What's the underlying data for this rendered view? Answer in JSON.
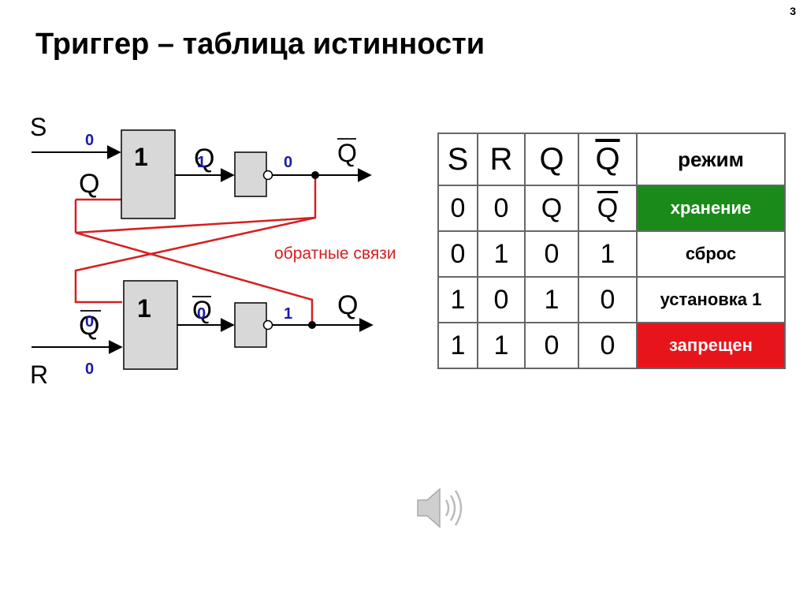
{
  "slide_number": "3",
  "title": "Триггер – таблица истинности",
  "diagram": {
    "input_s": "S",
    "input_r": "R",
    "gate1_label": "1",
    "gate2_label": "1",
    "top_q_in": "Q",
    "top_q_out": "Q",
    "top_qbar_out": "Q",
    "bottom_qbar_in": "Q",
    "bottom_qbar_out": "Q",
    "bottom_q_out": "Q",
    "feedback_label": "обратные связи",
    "values": {
      "s_in": "0",
      "or1_out": "1",
      "not1_out": "0",
      "q_in_bottom": "0",
      "or2_out": "0",
      "not2_out": "1",
      "r_in": "0"
    }
  },
  "truth_table": {
    "headers": [
      "S",
      "R",
      "Q",
      "Q",
      "режим"
    ],
    "rows": [
      {
        "s": "0",
        "r": "0",
        "q": "Q",
        "qbar": "Q",
        "mode": "хранение",
        "mode_color": "#1a8a1a"
      },
      {
        "s": "0",
        "r": "1",
        "q": "0",
        "qbar": "1",
        "mode": "сброс",
        "mode_color": "#ffffff"
      },
      {
        "s": "1",
        "r": "0",
        "q": "1",
        "qbar": "0",
        "mode": "установка 1",
        "mode_color": "#ffffff"
      },
      {
        "s": "1",
        "r": "1",
        "q": "0",
        "qbar": "0",
        "mode": "запрещен",
        "mode_color": "#e8141b"
      }
    ]
  },
  "colors": {
    "feedback": "#d42020",
    "value": "#1a1aa8",
    "gate_fill": "#d8d8d8"
  },
  "icons": {
    "sound": "speaker-icon"
  }
}
